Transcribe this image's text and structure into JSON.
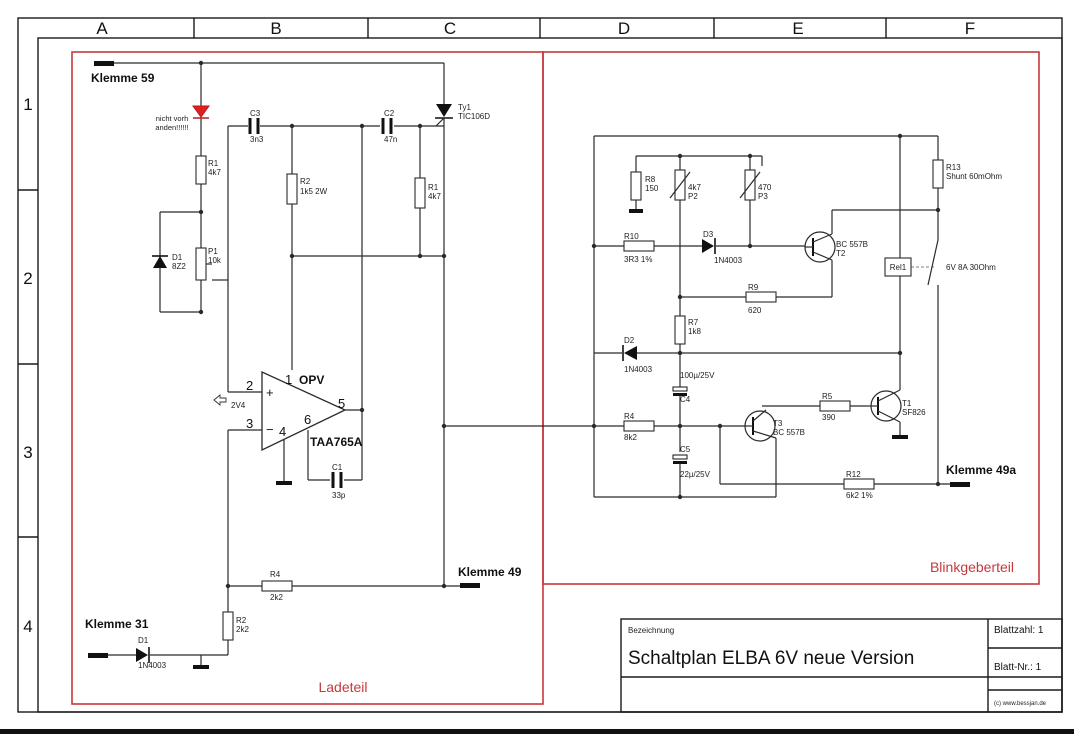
{
  "frame": {
    "columns": [
      "A",
      "B",
      "C",
      "D",
      "E",
      "F"
    ],
    "rows": [
      "1",
      "2",
      "3",
      "4"
    ]
  },
  "sections": {
    "left_name": "Ladeteil",
    "right_name": "Blinkgeberteil"
  },
  "terminals": {
    "k59": "Klemme 59",
    "k31": "Klemme 31",
    "k49": "Klemme 49",
    "k49a": "Klemme 49a"
  },
  "note": [
    "nicht vorh",
    "anden!!!!!!"
  ],
  "components": {
    "R1a": {
      "ref": "R1",
      "val": "4k7"
    },
    "D1z": {
      "ref": "D1",
      "val": "8Z2"
    },
    "P1": {
      "ref": "P1",
      "val": "10k"
    },
    "C3": {
      "ref": "C3",
      "val": "3n3"
    },
    "R2a": {
      "ref": "R2",
      "val": "1k5 2W"
    },
    "C2": {
      "ref": "C2",
      "val": "47n"
    },
    "Ty1": {
      "ref": "Ty1",
      "val": "TIC106D"
    },
    "R1b": {
      "ref": "R1",
      "val": "4k7"
    },
    "OPV": {
      "ref": "OPV",
      "val": "TAA765A"
    },
    "C1": {
      "ref": "C1",
      "val": "33p"
    },
    "R4a": {
      "ref": "R4",
      "val": "2k2"
    },
    "R2b": {
      "ref": "R2",
      "val": "2k2"
    },
    "D1b": {
      "ref": "D1",
      "val": "1N4003"
    },
    "R8": {
      "ref": "R8",
      "val": "150"
    },
    "P2": {
      "ref": "P2",
      "val": "4k7"
    },
    "P3": {
      "ref": "P3",
      "val": "470"
    },
    "R13": {
      "ref": "R13",
      "val": "Shunt 60mOhm"
    },
    "R10": {
      "ref": "R10",
      "val": "3R3 1%"
    },
    "D3": {
      "ref": "D3",
      "val": "1N4003"
    },
    "T2": {
      "ref": "T2",
      "val": "BC 557B"
    },
    "Rel1": {
      "ref": "Rel1",
      "val": "6V 8A 30Ohm"
    },
    "R9": {
      "ref": "R9",
      "val": "620"
    },
    "R7": {
      "ref": "R7",
      "val": "1k8"
    },
    "D2": {
      "ref": "D2",
      "val": "1N4003"
    },
    "C4": {
      "ref": "C4",
      "val": "100µ/25V"
    },
    "R5": {
      "ref": "R5",
      "val": "390"
    },
    "T1": {
      "ref": "T1",
      "val": "SF826"
    },
    "R4b": {
      "ref": "R4",
      "val": "8k2"
    },
    "T3": {
      "ref": "T3",
      "val": "BC 557B"
    },
    "C5": {
      "ref": "C5",
      "val": "22µ/25V"
    },
    "R12": {
      "ref": "R12",
      "val": "6k2 1%"
    }
  },
  "opamp_pins": {
    "p1": "1",
    "p2": "2",
    "p3": "3",
    "p4": "4",
    "p5": "5",
    "p6": "6",
    "plus": "+",
    "minus": "−",
    "ref": "2V4"
  },
  "title_block": {
    "label": "Bezeichnung",
    "title": "Schaltplan ELBA 6V neue Version",
    "sheet_count": "Blattzahl: 1",
    "sheet_no": "Blatt-Nr.: 1",
    "copyright": "(c) www.bessjan.de"
  }
}
